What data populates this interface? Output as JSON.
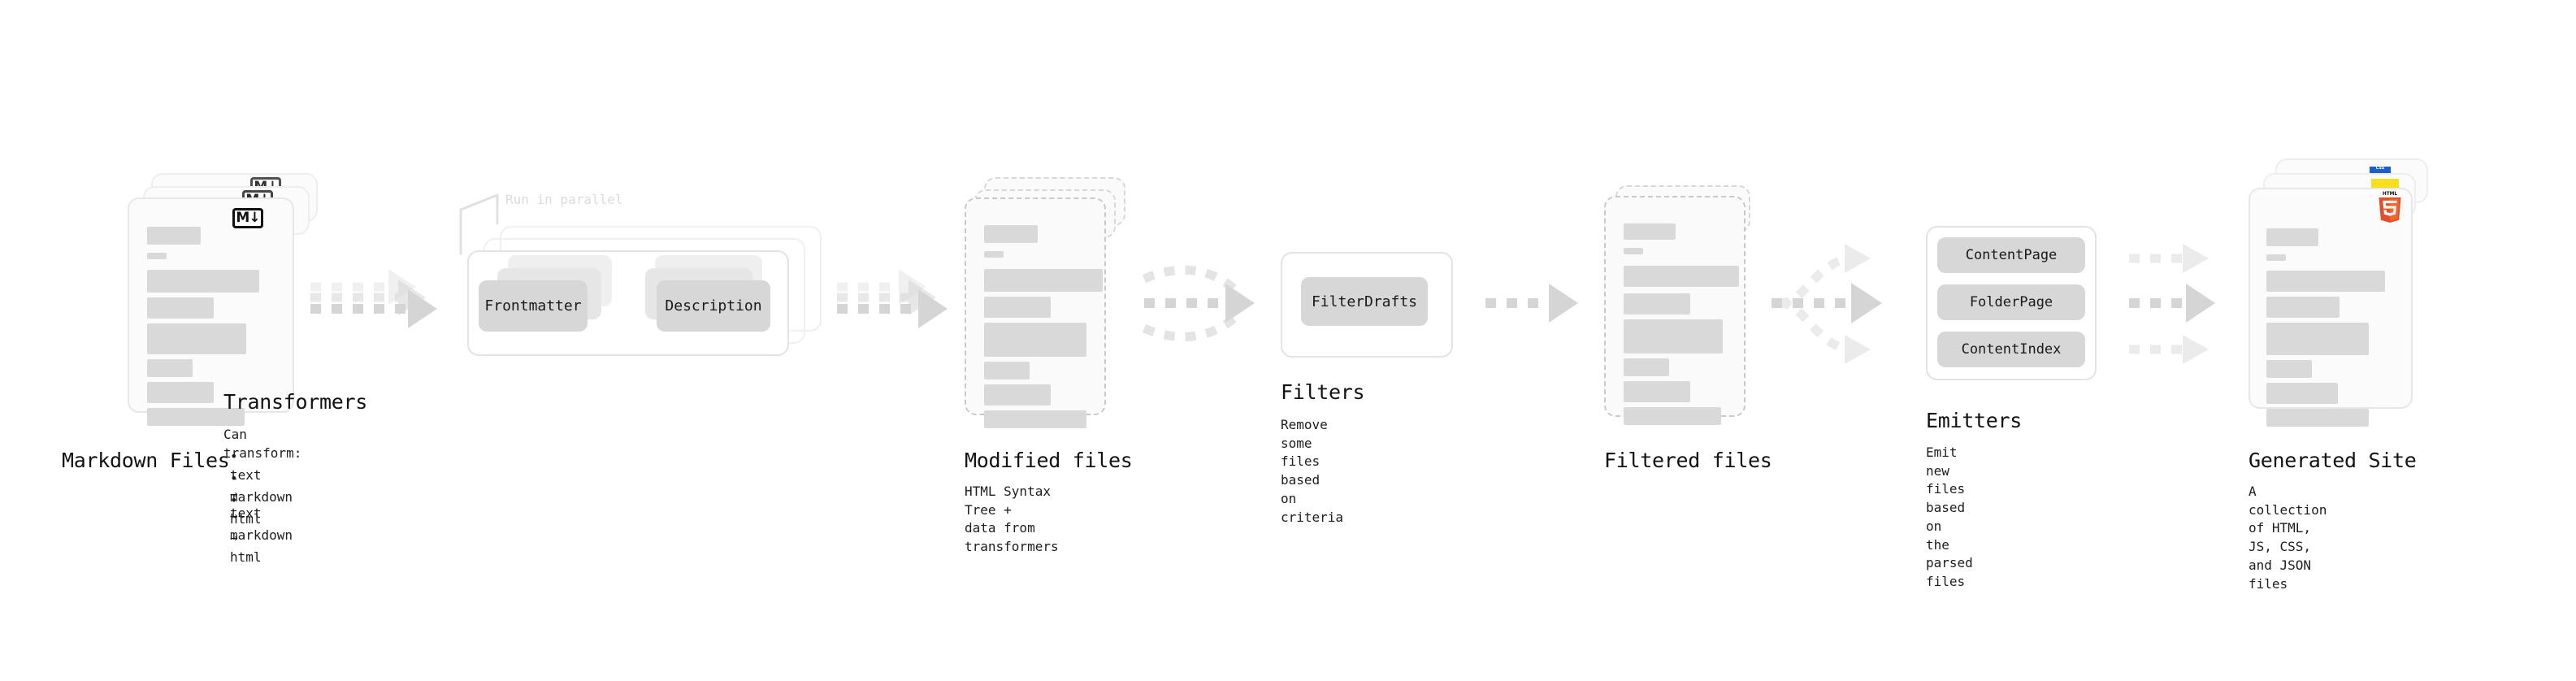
{
  "diagram": {
    "title_font_note": "monospace",
    "stages": [
      {
        "id": "markdown-files",
        "title": "Markdown Files",
        "subtitle": "",
        "badge": "M↓",
        "badge_name": "markdown-icon"
      },
      {
        "id": "transformers",
        "title": "Transformers",
        "subtitle": "Can transform:",
        "annotation": "Run in parallel",
        "bullets": [
          "• text → text",
          "• markdown → markdown",
          "• html → html"
        ],
        "chips": [
          "Frontmatter",
          "Description"
        ]
      },
      {
        "id": "modified-files",
        "title": "Modified files",
        "subtitle": "HTML Syntax Tree +\ndata from transformers"
      },
      {
        "id": "filters",
        "title": "Filters",
        "subtitle": "Remove some files based\non criteria",
        "chips": [
          "FilterDrafts"
        ]
      },
      {
        "id": "filtered-files",
        "title": "Filtered files",
        "subtitle": ""
      },
      {
        "id": "emitters",
        "title": "Emitters",
        "subtitle": "Emit new files based on\nthe parsed files",
        "chips": [
          "ContentPage",
          "FolderPage",
          "ContentIndex"
        ]
      },
      {
        "id": "generated-site",
        "title": "Generated Site",
        "subtitle": "A collection of HTML,\nJS, CSS, and JSON files",
        "badges": [
          "HTML5",
          "JS",
          "CSS"
        ]
      }
    ],
    "colors": {
      "background": "#ffffff",
      "skeleton": "#d9d9d9",
      "card_border": "#e7e7e7",
      "card_fill": "#fbfbfb",
      "dashed_border": "#c9c9c9",
      "chip_fill": "#d7d7d7",
      "arrow": "#d5d5d5",
      "text": "#121212",
      "faint_text": "#dcdcdc",
      "html5_orange": "#e44d26",
      "html5_orange_light": "#f16529",
      "js_yellow": "#f7df1e",
      "css_blue": "#1a5fd0"
    },
    "labels": {
      "html5_wordmark": "HTML",
      "html5_digit": "5",
      "css_wordmark": "CSS"
    }
  }
}
